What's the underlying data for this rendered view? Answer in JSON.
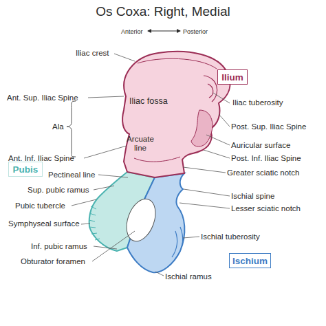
{
  "diagram": {
    "title": "Os Coxa: Right, Medial",
    "nodes": [
      {
        "text": [
          "Ilium"
        ]
      },
      {
        "text": [
          "Pubis"
        ]
      },
      {
        "text": [
          "Ischium"
        ]
      }
    ],
    "labels": [
      "Anterior",
      "Posterior",
      "Iliac crest",
      "Iliac fossa",
      "Ant. Sup. Iliac Spine",
      "Ala",
      "Ant. Inf. Iliac Spine",
      "Arcuate line",
      "Iliac tuberosity",
      "Post. Sup. Iliac Spine",
      "Auricular surface",
      "Post. Inf. Iliac Spine",
      "Greater sciatic notch",
      "Pectineal line",
      "Sup. pubic ramus",
      "Ischial spine",
      "Lesser sciatic notch",
      "Pubic tubercle",
      "Symphyseal surface",
      "Ischial tuberosity",
      "Inf. pubic ramus",
      "Obturator foramen",
      "Ischial ramus"
    ]
  }
}
